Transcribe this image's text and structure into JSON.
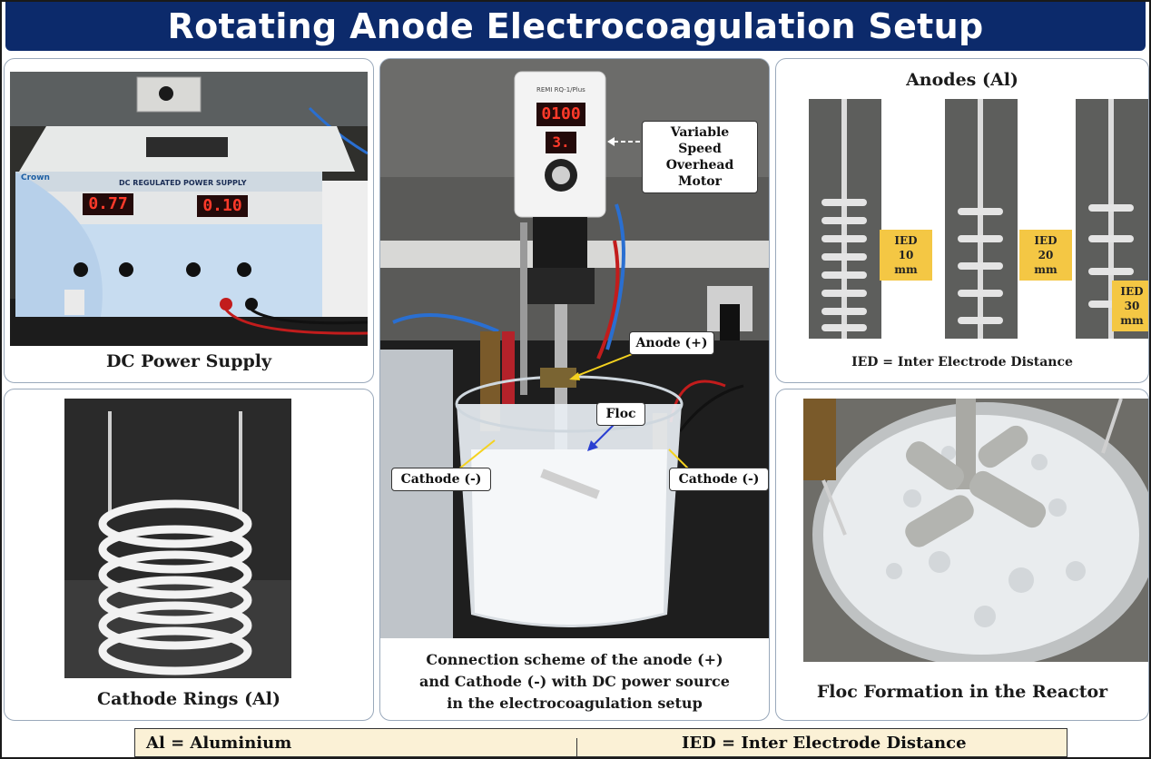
{
  "title": "Rotating Anode Electrocoagulation Setup",
  "panels": {
    "power_supply": {
      "caption": "DC Power Supply",
      "brand": "Crown",
      "device_label": "DC REGULATED POWER SUPPLY",
      "voltage_display": "0.77",
      "current_display": "0.10"
    },
    "connection": {
      "caption": "Connection scheme of the anode (+) and Cathode (-) with DC power source in the electrocoagulation setup",
      "motor_label": "Variable Speed Overhead Motor",
      "motor_display": "0100",
      "motor_display2": "3.",
      "motor_brand": "REMI RQ-1/Plus",
      "anode_label": "Anode (+)",
      "floc_label": "Floc",
      "cathode_left_label": "Cathode (-)",
      "cathode_right_label": "Cathode (-)"
    },
    "anodes": {
      "title": "Anodes (Al)",
      "tags": [
        {
          "line1": "IED",
          "line2": "10 mm"
        },
        {
          "line1": "IED",
          "line2": "20 mm"
        },
        {
          "line1": "IED",
          "line2": "30 mm"
        }
      ],
      "footnote": "IED = Inter Electrode Distance"
    },
    "cathode_rings": {
      "caption": "Cathode Rings (Al)"
    },
    "floc": {
      "caption": "Floc Formation in the Reactor"
    }
  },
  "legend": {
    "left": "Al = Aluminium",
    "right": "IED = Inter Electrode Distance"
  },
  "colors": {
    "banner": "#0c2a6b",
    "ied_tag": "#f4c744",
    "legend_bg": "#fbf1d6",
    "panel_border": "#9aa9bb"
  }
}
